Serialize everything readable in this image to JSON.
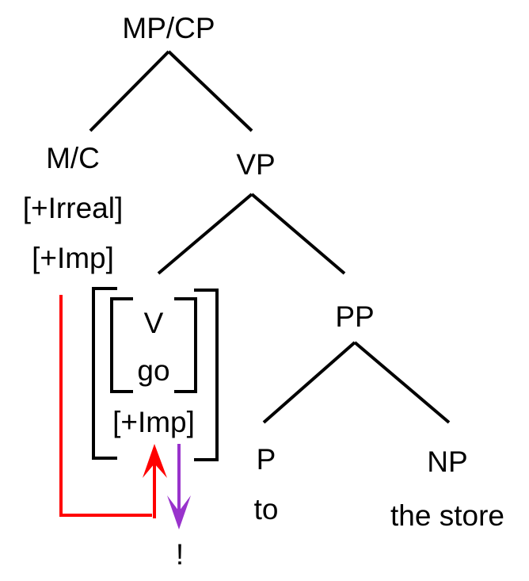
{
  "tree": {
    "root": "MP/CP",
    "mc": {
      "label": "M/C",
      "feature1": "[+Irreal]",
      "feature2": "[+Imp]"
    },
    "vp": "VP",
    "v_complex": {
      "category": "V",
      "word": "go",
      "feature": "[+Imp]"
    },
    "pp": "PP",
    "p": {
      "label": "P",
      "word": "to"
    },
    "np": {
      "label": "NP",
      "word": "the store"
    },
    "result": "!"
  },
  "colors": {
    "agree_arrow": "#ff0000",
    "output_arrow": "#9933cc"
  }
}
